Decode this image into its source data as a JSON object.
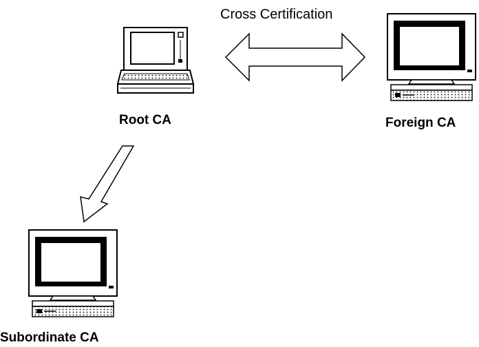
{
  "diagram": {
    "nodes": {
      "root": {
        "label": "Root CA",
        "icon": "laptop-icon"
      },
      "foreign": {
        "label": "Foreign CA",
        "icon": "desktop-computer-icon"
      },
      "subordinate": {
        "label": "Subordinate CA",
        "icon": "desktop-computer-icon"
      }
    },
    "edges": {
      "cross": {
        "label": "Cross Certification",
        "from": "Root CA",
        "to": "Foreign CA",
        "direction": "bidirectional"
      },
      "issue": {
        "label": "",
        "from": "Root CA",
        "to": "Subordinate CA",
        "direction": "forward"
      }
    }
  }
}
